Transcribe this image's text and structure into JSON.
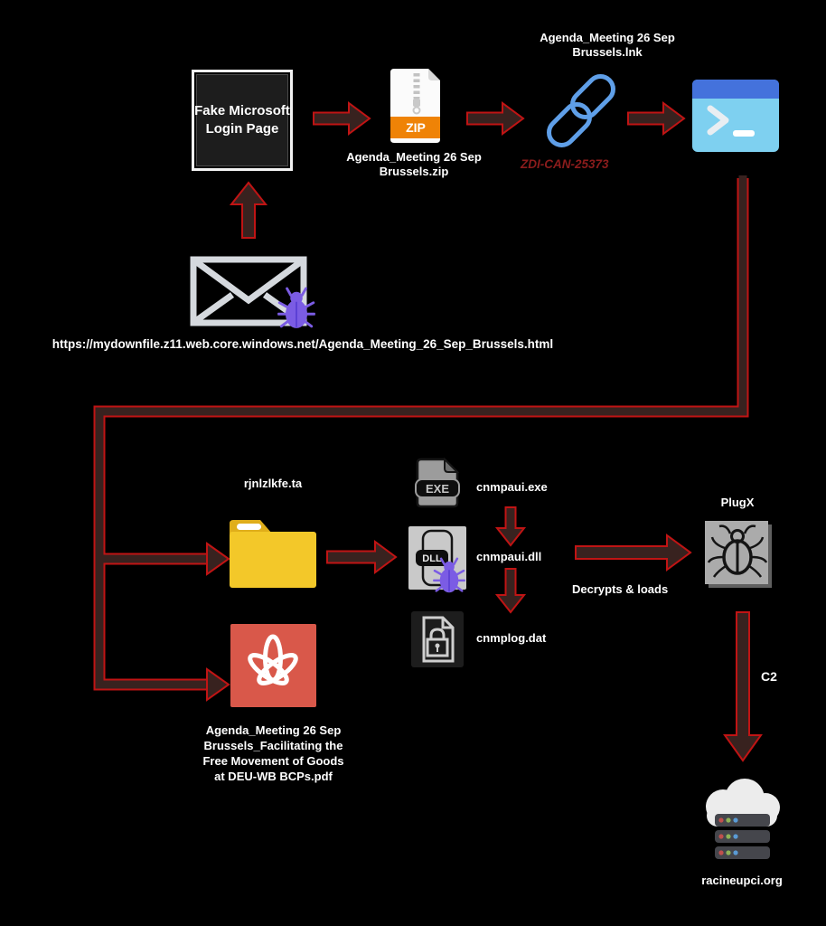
{
  "colors": {
    "background": "#000000",
    "arrow_fill": "#38221f",
    "arrow_outline": "#c01414",
    "zdi_text": "#8b1c1c",
    "zip_band": "#ef8306",
    "chain_blue": "#5f9fe8",
    "folder_yellow": "#f3c829",
    "pdf_red": "#d9584a",
    "bug_purple": "#7b5ce4"
  },
  "nodes": {
    "login_page": {
      "lines": [
        "Fake Microsoft",
        "Login Page"
      ]
    },
    "email": {
      "url": "https://mydownfile.z11.web.core.windows.net/Agenda_Meeting_26_Sep_Brussels.html"
    },
    "zip": {
      "badge": "ZIP",
      "label_lines": [
        "Agenda_Meeting 26 Sep",
        "Brussels.zip"
      ]
    },
    "lnk": {
      "label_lines": [
        "Agenda_Meeting 26 Sep",
        "Brussels.lnk"
      ],
      "zdi": "ZDI-CAN-25373"
    },
    "folder": {
      "label": "rjnlzlkfe.ta"
    },
    "exe": {
      "badge": "EXE",
      "label": "cnmpaui.exe"
    },
    "dll": {
      "badge": "DLL",
      "label": "cnmpaui.dll"
    },
    "dat": {
      "label": "cnmplog.dat"
    },
    "plugx": {
      "label": "PlugX"
    },
    "pdf": {
      "label_lines": [
        "Agenda_Meeting 26 Sep",
        "Brussels_Facilitating the",
        "Free Movement of Goods",
        "at DEU-WB BCPs.pdf"
      ]
    },
    "c2_server": {
      "label": "racineupci.org"
    }
  },
  "edges": {
    "decrypts_loads": "Decrypts & loads",
    "c2": "C2"
  }
}
